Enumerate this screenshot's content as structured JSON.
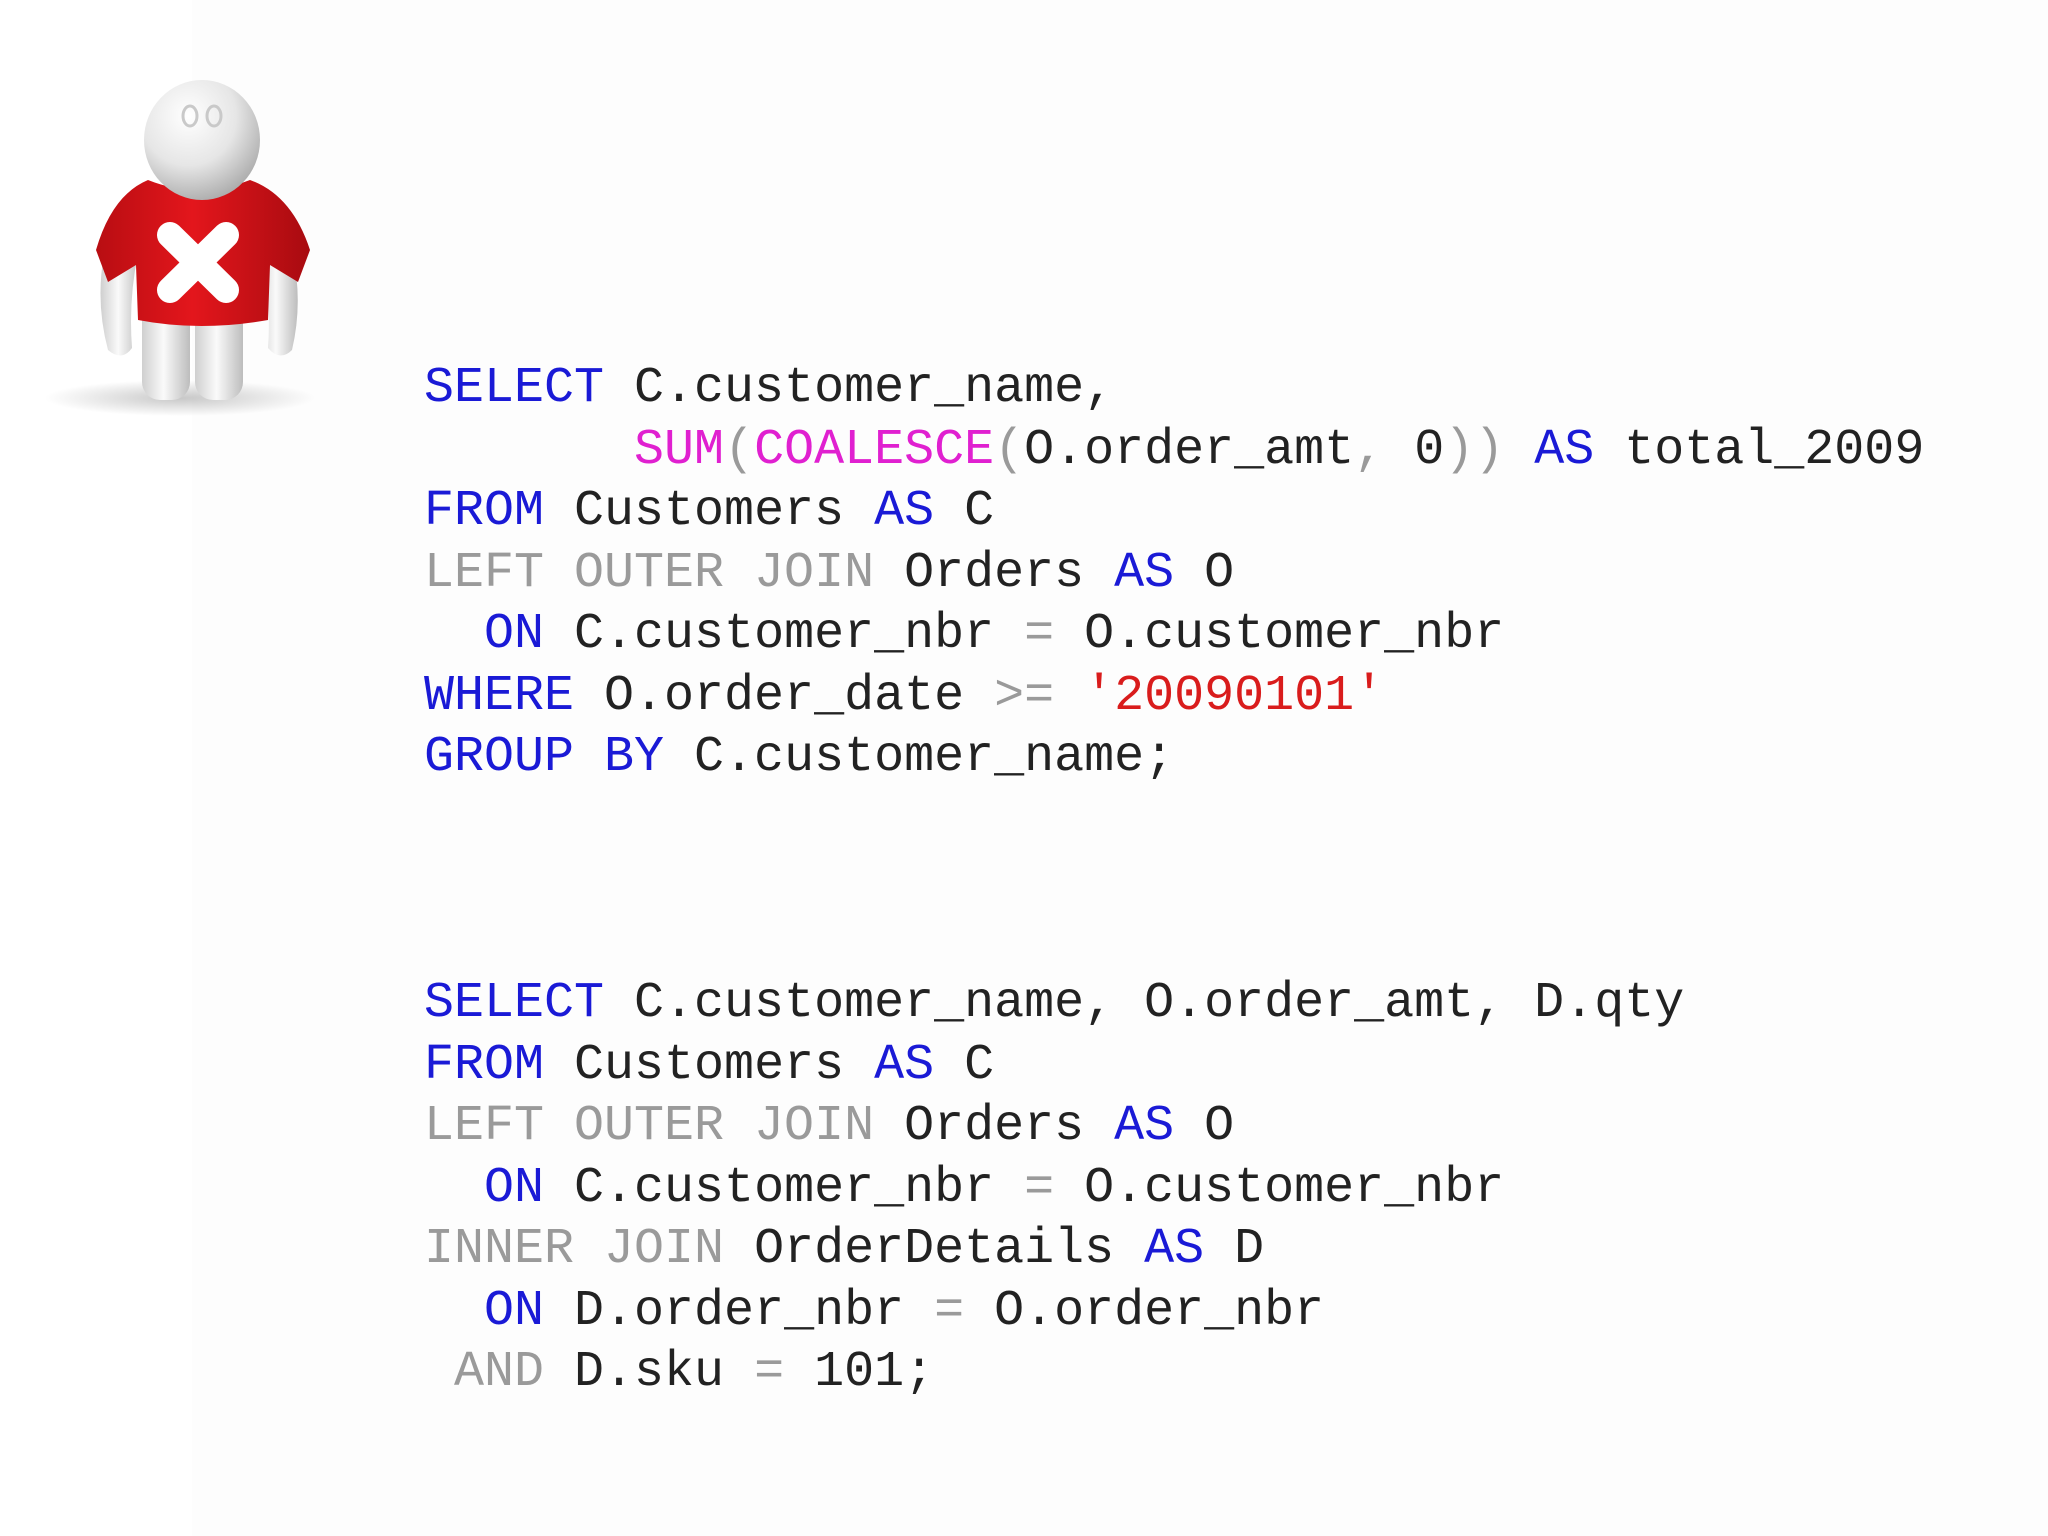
{
  "figure": {
    "icon": "error-person-icon",
    "shirt_color": "#e3161c",
    "mark": "x"
  },
  "colors": {
    "keyword": "#1a1ad6",
    "function": "#e020d0",
    "operator": "#9a9a9a",
    "string": "#d91c1c",
    "identifier": "#222222"
  },
  "queries": [
    {
      "lines": [
        [
          {
            "t": "SELECT",
            "k": "kw"
          },
          {
            "t": " C.customer_name,",
            "k": "id"
          }
        ],
        [
          {
            "t": "       ",
            "k": "id"
          },
          {
            "t": "SUM",
            "k": "fn"
          },
          {
            "t": "(",
            "k": "op"
          },
          {
            "t": "COALESCE",
            "k": "fn"
          },
          {
            "t": "(",
            "k": "op"
          },
          {
            "t": "O.order_amt",
            "k": "id"
          },
          {
            "t": ", ",
            "k": "op"
          },
          {
            "t": "0",
            "k": "id"
          },
          {
            "t": ")) ",
            "k": "op"
          },
          {
            "t": "AS",
            "k": "kw"
          },
          {
            "t": " total_2009",
            "k": "id"
          }
        ],
        [
          {
            "t": "FROM",
            "k": "kw"
          },
          {
            "t": " Customers ",
            "k": "id"
          },
          {
            "t": "AS",
            "k": "kw"
          },
          {
            "t": " C",
            "k": "id"
          }
        ],
        [
          {
            "t": "LEFT OUTER JOIN",
            "k": "op"
          },
          {
            "t": " Orders ",
            "k": "id"
          },
          {
            "t": "AS",
            "k": "kw"
          },
          {
            "t": " O",
            "k": "id"
          }
        ],
        [
          {
            "t": "  ",
            "k": "id"
          },
          {
            "t": "ON",
            "k": "kw"
          },
          {
            "t": " C.customer_nbr ",
            "k": "id"
          },
          {
            "t": "=",
            "k": "op"
          },
          {
            "t": " O.customer_nbr",
            "k": "id"
          }
        ],
        [
          {
            "t": "WHERE",
            "k": "kw"
          },
          {
            "t": " O.order_date ",
            "k": "id"
          },
          {
            "t": ">=",
            "k": "op"
          },
          {
            "t": " ",
            "k": "id"
          },
          {
            "t": "'20090101'",
            "k": "str"
          }
        ],
        [
          {
            "t": "GROUP BY",
            "k": "kw"
          },
          {
            "t": " C.customer_name;",
            "k": "id"
          }
        ]
      ]
    },
    {
      "lines": [
        [
          {
            "t": "SELECT",
            "k": "kw"
          },
          {
            "t": " C.customer_name, O.order_amt, D.qty",
            "k": "id"
          }
        ],
        [
          {
            "t": "FROM",
            "k": "kw"
          },
          {
            "t": " Customers ",
            "k": "id"
          },
          {
            "t": "AS",
            "k": "kw"
          },
          {
            "t": " C",
            "k": "id"
          }
        ],
        [
          {
            "t": "LEFT OUTER JOIN",
            "k": "op"
          },
          {
            "t": " Orders ",
            "k": "id"
          },
          {
            "t": "AS",
            "k": "kw"
          },
          {
            "t": " O",
            "k": "id"
          }
        ],
        [
          {
            "t": "  ",
            "k": "id"
          },
          {
            "t": "ON",
            "k": "kw"
          },
          {
            "t": " C.customer_nbr ",
            "k": "id"
          },
          {
            "t": "=",
            "k": "op"
          },
          {
            "t": " O.customer_nbr",
            "k": "id"
          }
        ],
        [
          {
            "t": "INNER JOIN",
            "k": "op"
          },
          {
            "t": " OrderDetails ",
            "k": "id"
          },
          {
            "t": "AS",
            "k": "kw"
          },
          {
            "t": " D",
            "k": "id"
          }
        ],
        [
          {
            "t": "  ",
            "k": "id"
          },
          {
            "t": "ON",
            "k": "kw"
          },
          {
            "t": " D.order_nbr ",
            "k": "id"
          },
          {
            "t": "=",
            "k": "op"
          },
          {
            "t": " O.order_nbr",
            "k": "id"
          }
        ],
        [
          {
            "t": " ",
            "k": "id"
          },
          {
            "t": "AND",
            "k": "op"
          },
          {
            "t": " D.sku ",
            "k": "id"
          },
          {
            "t": "=",
            "k": "op"
          },
          {
            "t": " 101;",
            "k": "id"
          }
        ]
      ]
    }
  ]
}
